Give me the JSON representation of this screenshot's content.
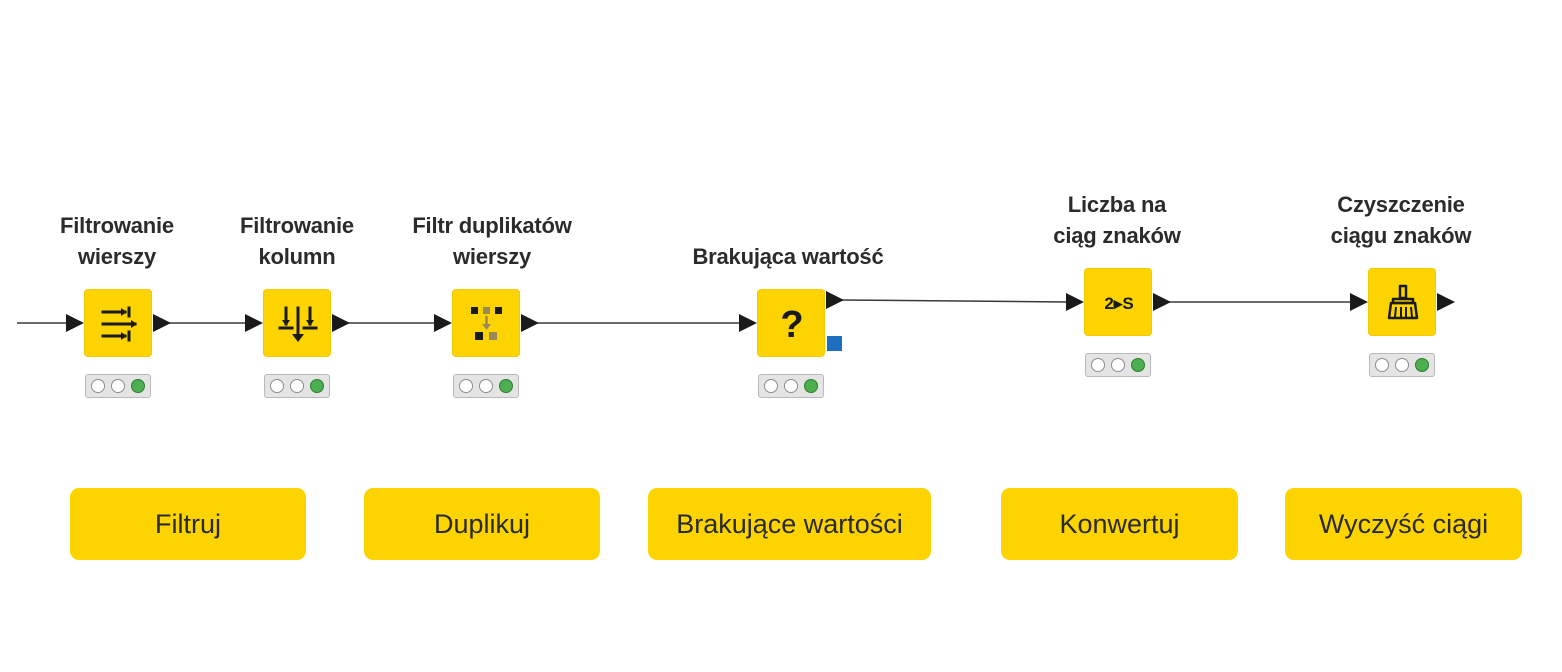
{
  "nodes": [
    {
      "id": "row-filter",
      "title_lines": [
        "Filtrowanie",
        "wierszy"
      ],
      "icon": "row-filter-icon",
      "status": [
        "off",
        "off",
        "green"
      ]
    },
    {
      "id": "column-filter",
      "title_lines": [
        "Filtrowanie",
        "kolumn"
      ],
      "icon": "column-filter-icon",
      "status": [
        "off",
        "off",
        "green"
      ]
    },
    {
      "id": "duplicate-row-filter",
      "title_lines": [
        "Filtr duplikatów",
        "wierszy"
      ],
      "icon": "duplicate-filter-icon",
      "status": [
        "off",
        "off",
        "green"
      ]
    },
    {
      "id": "missing-value",
      "title_lines": [
        "Brakująca wartość"
      ],
      "icon": "question-mark-icon",
      "status": [
        "off",
        "off",
        "green"
      ]
    },
    {
      "id": "number-to-string",
      "title_lines": [
        "Liczba na",
        "ciąg znaków"
      ],
      "icon": "number-to-string-icon",
      "icon_text": "2▸S",
      "status": [
        "off",
        "off",
        "green"
      ]
    },
    {
      "id": "string-cleaner",
      "title_lines": [
        "Czyszczenie",
        "ciągu znaków"
      ],
      "icon": "broom-icon",
      "status": [
        "off",
        "off",
        "green"
      ]
    }
  ],
  "categories": [
    {
      "label": "Filtruj"
    },
    {
      "label": "Duplikuj"
    },
    {
      "label": "Brakujące wartości"
    },
    {
      "label": "Konwertuj"
    },
    {
      "label": "Wyczyść ciągi"
    }
  ],
  "colors": {
    "node_fill": "#fdd400",
    "category_fill": "#fdd400",
    "connection": "#3a3a3a",
    "port": "#1a1a1a",
    "status_green": "#4caf50",
    "flow_variable_port": "#1f6fc0"
  }
}
